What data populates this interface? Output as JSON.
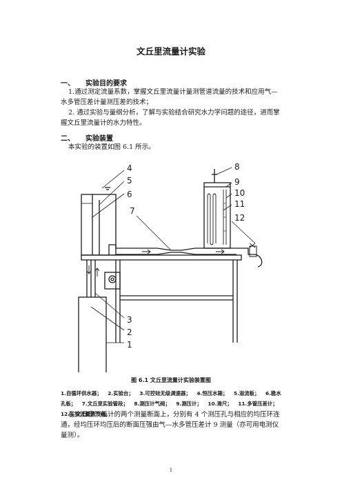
{
  "doc": {
    "title": "文丘里流量计实验",
    "section1": {
      "num": "一、",
      "heading": "实验目的要求",
      "para1": "1.通过测定流量系数，掌握文丘里流量计量测管道流量的技术和应用气—水多管压差计量测压差的技术；",
      "para2": "2. 通过实验与量纲分析，了解与实验结合研究水力学问题的途径，进而掌握文丘里流量计的水力特性。"
    },
    "section2": {
      "num": "二、",
      "heading": "实验装置",
      "para1": "本实验的装置如图 6.1 所示。"
    },
    "figure": {
      "labels": [
        "1",
        "2",
        "3",
        "4",
        "5",
        "6",
        "7",
        "8",
        "9",
        "10",
        "11",
        "12"
      ],
      "caption": "图 6.1    文丘里流量计实验装置图",
      "legend": [
        "1.自循环供水器；",
        "2.实验台；",
        "3.可控硅无级调速器；",
        "4.恒压水箱；",
        "5.溢流板；",
        "6.稳水孔板；",
        "7.文丘里实验管段；",
        "8.测压计气阀；",
        "9.测压计；",
        "10.滑尺；",
        "11.多管压差计；",
        "12.实验流量调节阀。"
      ]
    },
    "para_after": "在文丘里流量计的两个测量断面上，分别有 4 个测压孔与相应的均压环连通，经均压环均压后的断面压强由气—水多管压差计 9 测量（亦可用电测仪量测）。",
    "page_number": "1"
  }
}
